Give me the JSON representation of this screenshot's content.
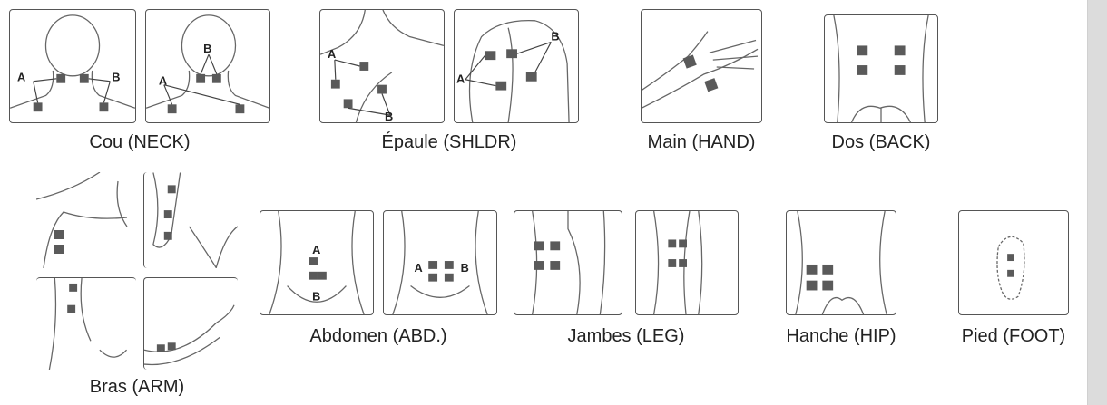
{
  "captions": {
    "neck": "Cou (NECK)",
    "shoulder": "Épaule (SHLDR)",
    "hand": "Main (HAND)",
    "back": "Dos (BACK)",
    "arm": "Bras (ARM)",
    "abdomen": "Abdomen (ABD.)",
    "leg": "Jambes (LEG)",
    "hip": "Hanche (HIP)",
    "foot": "Pied (FOOT)"
  },
  "labels": {
    "a": "A",
    "b": "B"
  },
  "colors": {
    "pad": "#5a5a5a",
    "outline": "#666666",
    "scrollbar": "#dcdcdc"
  }
}
